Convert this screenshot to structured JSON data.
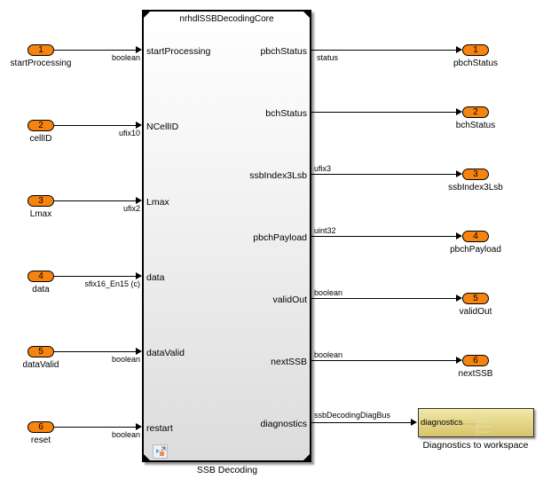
{
  "block": {
    "title": "nrhdlSSBDecodingCore",
    "name": "SSB Decoding",
    "inputs": [
      "startProcessing",
      "NCellID",
      "Lmax",
      "data",
      "dataValid",
      "restart"
    ],
    "outputs": [
      "pbchStatus",
      "bchStatus",
      "ssbIndex3Lsb",
      "pbchPayload",
      "validOut",
      "nextSSB",
      "diagnostics"
    ]
  },
  "inports": [
    {
      "num": "1",
      "label": "startProcessing",
      "type": "boolean"
    },
    {
      "num": "2",
      "label": "cellID",
      "type": "ufix10"
    },
    {
      "num": "3",
      "label": "Lmax",
      "type": "ufix2"
    },
    {
      "num": "4",
      "label": "data",
      "type": "sfix16_En15 (c)"
    },
    {
      "num": "5",
      "label": "dataValid",
      "type": "boolean"
    },
    {
      "num": "6",
      "label": "reset",
      "type": "boolean"
    }
  ],
  "outports": [
    {
      "num": "1",
      "label": "pbchStatus",
      "type": "status"
    },
    {
      "num": "2",
      "label": "bchStatus",
      "type": ""
    },
    {
      "num": "3",
      "label": "ssbIndex3Lsb",
      "type": "ufix3"
    },
    {
      "num": "4",
      "label": "pbchPayload",
      "type": "uint32"
    },
    {
      "num": "5",
      "label": "validOut",
      "type": "boolean"
    },
    {
      "num": "6",
      "label": "nextSSB",
      "type": "boolean"
    }
  ],
  "diagnostics": {
    "signal_type": "ssbDecodingDiagBus",
    "block_port": "diagnostics",
    "block_name": "Diagnostics to workspace"
  }
}
